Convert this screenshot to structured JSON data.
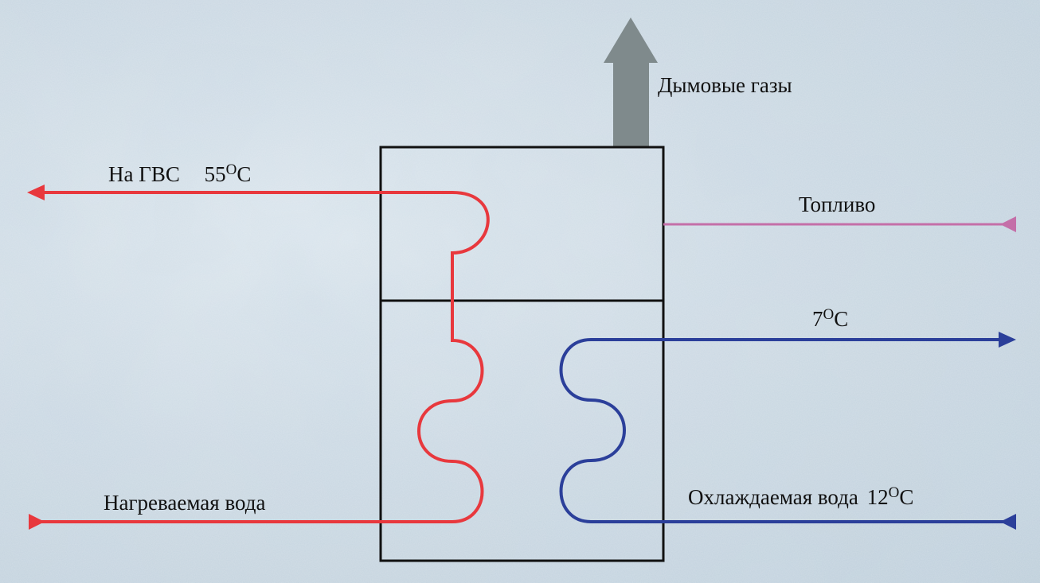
{
  "labels": {
    "flue_gases": "Дымовые газы",
    "hot_water_supply": "На ГВС",
    "hot_water_temp_value": "55",
    "temp_unit_o": "O",
    "temp_unit_c": "C",
    "fuel": "Топливо",
    "chilled_out_temp_value": "7",
    "heated_water": "Нагреваемая вода",
    "chilled_water_in": "Охлаждаемая вода",
    "chilled_in_temp_value": "12"
  },
  "colors": {
    "hot_circuit": "#e8383d",
    "cold_circuit": "#2b3f9a",
    "fuel_line": "#c46fa8",
    "flue_arrow": "#7f8a8c",
    "unit_outline": "#111111"
  }
}
